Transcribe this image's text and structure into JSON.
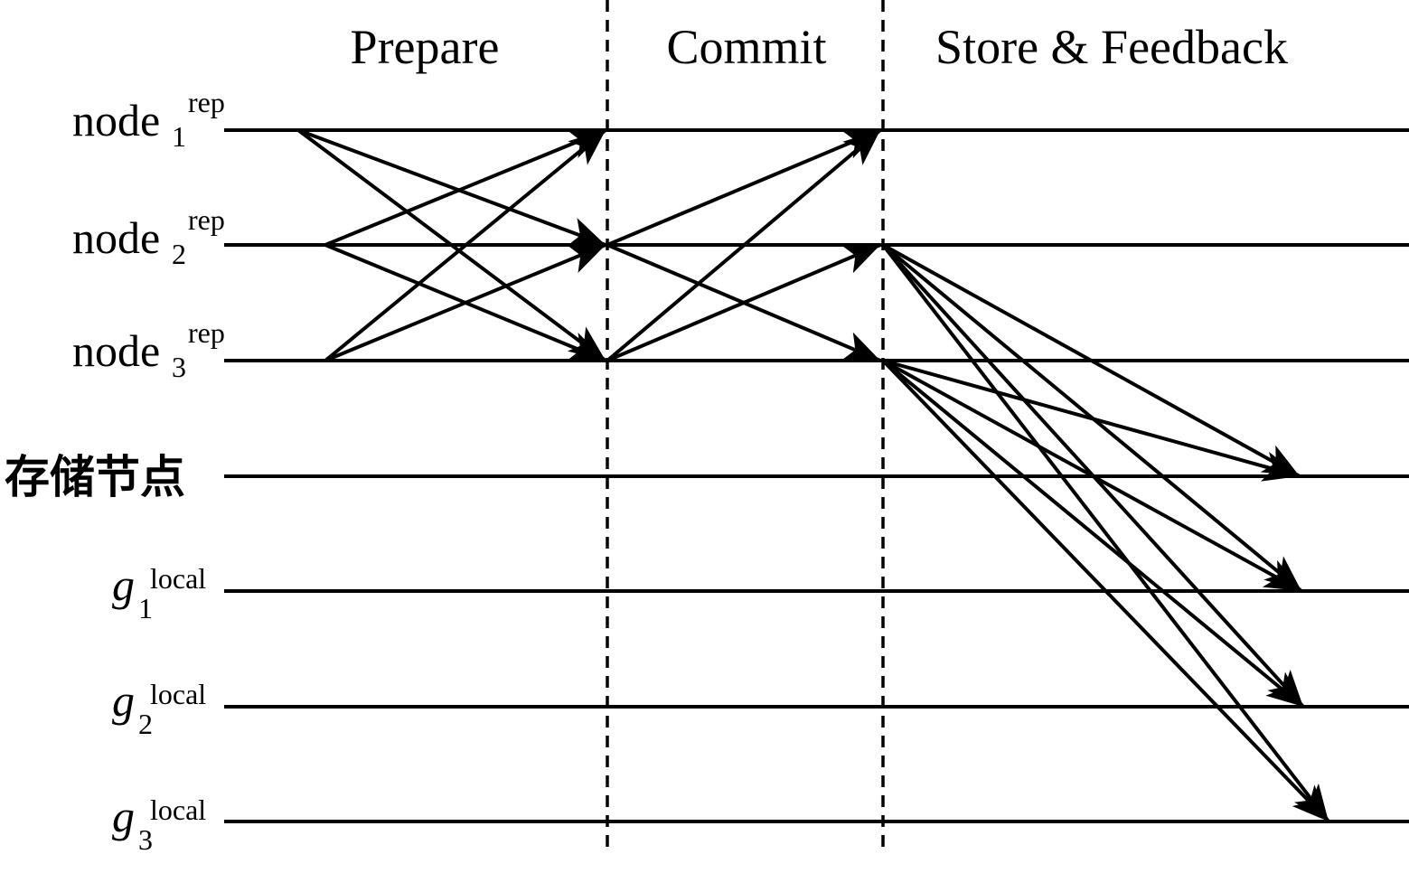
{
  "phases": [
    {
      "id": "prepare",
      "label": "Prepare"
    },
    {
      "id": "commit",
      "label": "Commit"
    },
    {
      "id": "store",
      "label": "Store & Feedback"
    }
  ],
  "lanes": [
    {
      "id": "node1",
      "base": "node",
      "sup": "rep",
      "sub": "1"
    },
    {
      "id": "node2",
      "base": "node",
      "sup": "rep",
      "sub": "2"
    },
    {
      "id": "node3",
      "base": "node",
      "sup": "rep",
      "sub": "3"
    },
    {
      "id": "storage",
      "text": "存储节点"
    },
    {
      "id": "g1",
      "base": "g",
      "sup": "local",
      "sub": "1"
    },
    {
      "id": "g2",
      "base": "g",
      "sup": "local",
      "sub": "2"
    },
    {
      "id": "g3",
      "base": "g",
      "sup": "local",
      "sub": "3"
    }
  ],
  "messages": [
    {
      "phase": "prepare",
      "from": "node1",
      "to": "node2"
    },
    {
      "phase": "prepare",
      "from": "node1",
      "to": "node3"
    },
    {
      "phase": "prepare",
      "from": "node2",
      "to": "node1"
    },
    {
      "phase": "prepare",
      "from": "node2",
      "to": "node3"
    },
    {
      "phase": "prepare",
      "from": "node3",
      "to": "node1"
    },
    {
      "phase": "prepare",
      "from": "node3",
      "to": "node2"
    },
    {
      "phase": "commit",
      "from": "node2",
      "to": "node1"
    },
    {
      "phase": "commit",
      "from": "node2",
      "to": "node3"
    },
    {
      "phase": "commit",
      "from": "node3",
      "to": "node1"
    },
    {
      "phase": "commit",
      "from": "node3",
      "to": "node2"
    },
    {
      "phase": "store",
      "from": "node2",
      "to": "storage"
    },
    {
      "phase": "store",
      "from": "node2",
      "to": "g1"
    },
    {
      "phase": "store",
      "from": "node2",
      "to": "g2"
    },
    {
      "phase": "store",
      "from": "node2",
      "to": "g3"
    },
    {
      "phase": "store",
      "from": "node3",
      "to": "storage"
    },
    {
      "phase": "store",
      "from": "node3",
      "to": "g1"
    },
    {
      "phase": "store",
      "from": "node3",
      "to": "g2"
    },
    {
      "phase": "store",
      "from": "node3",
      "to": "g3"
    }
  ]
}
